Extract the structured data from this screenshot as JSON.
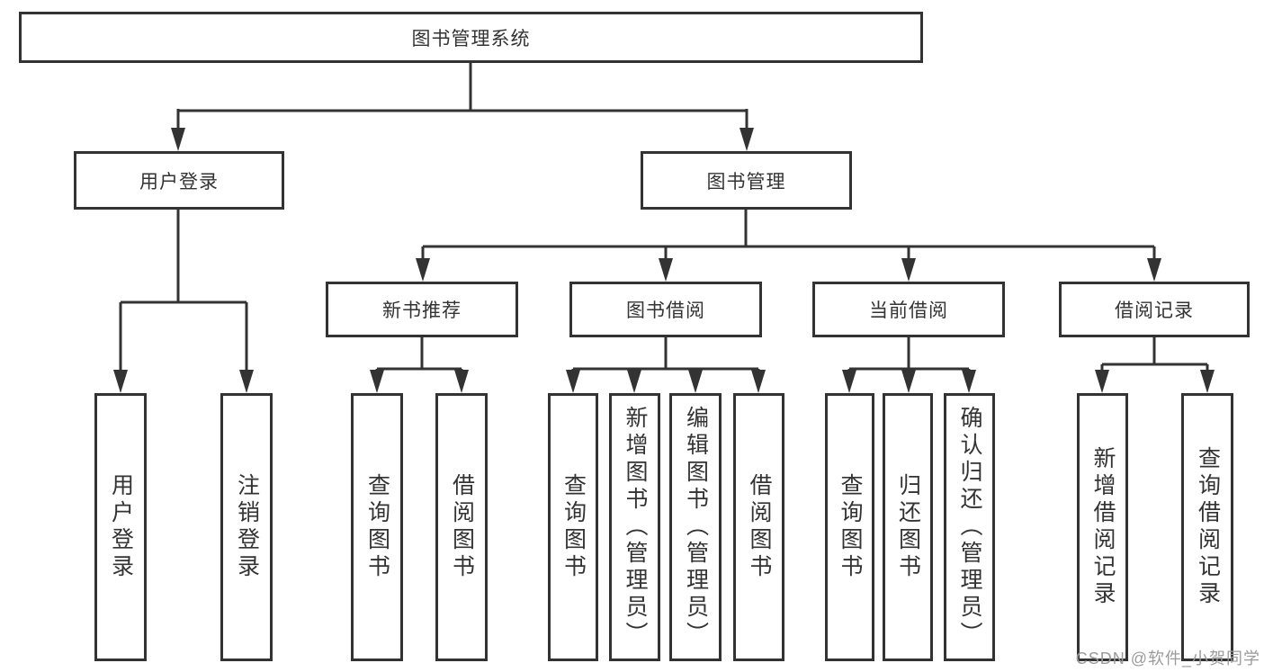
{
  "tree": {
    "label": "图书管理系统",
    "children": [
      {
        "label": "用户登录",
        "children": [
          {
            "label": "用户登录"
          },
          {
            "label": "注销登录"
          }
        ]
      },
      {
        "label": "图书管理",
        "children": [
          {
            "label": "新书推荐",
            "children": [
              {
                "label": "查询图书"
              },
              {
                "label": "借阅图书"
              }
            ]
          },
          {
            "label": "图书借阅",
            "children": [
              {
                "label": "查询图书"
              },
              {
                "label": "新增图书（管理员）"
              },
              {
                "label": "编辑图书（管理员）"
              },
              {
                "label": "借阅图书"
              }
            ]
          },
          {
            "label": "当前借阅",
            "children": [
              {
                "label": "查询图书"
              },
              {
                "label": "归还图书"
              },
              {
                "label": "确认归还（管理员）"
              }
            ]
          },
          {
            "label": "借阅记录",
            "children": [
              {
                "label": "新增借阅记录"
              },
              {
                "label": "查询借阅记录"
              }
            ]
          }
        ]
      }
    ]
  },
  "colors": {
    "line": "#333333",
    "text": "#333333",
    "box_background": "#ffffff",
    "watermark": "#9b9b9b"
  },
  "watermark": {
    "text": "CSDN @软件_小贺同学"
  }
}
